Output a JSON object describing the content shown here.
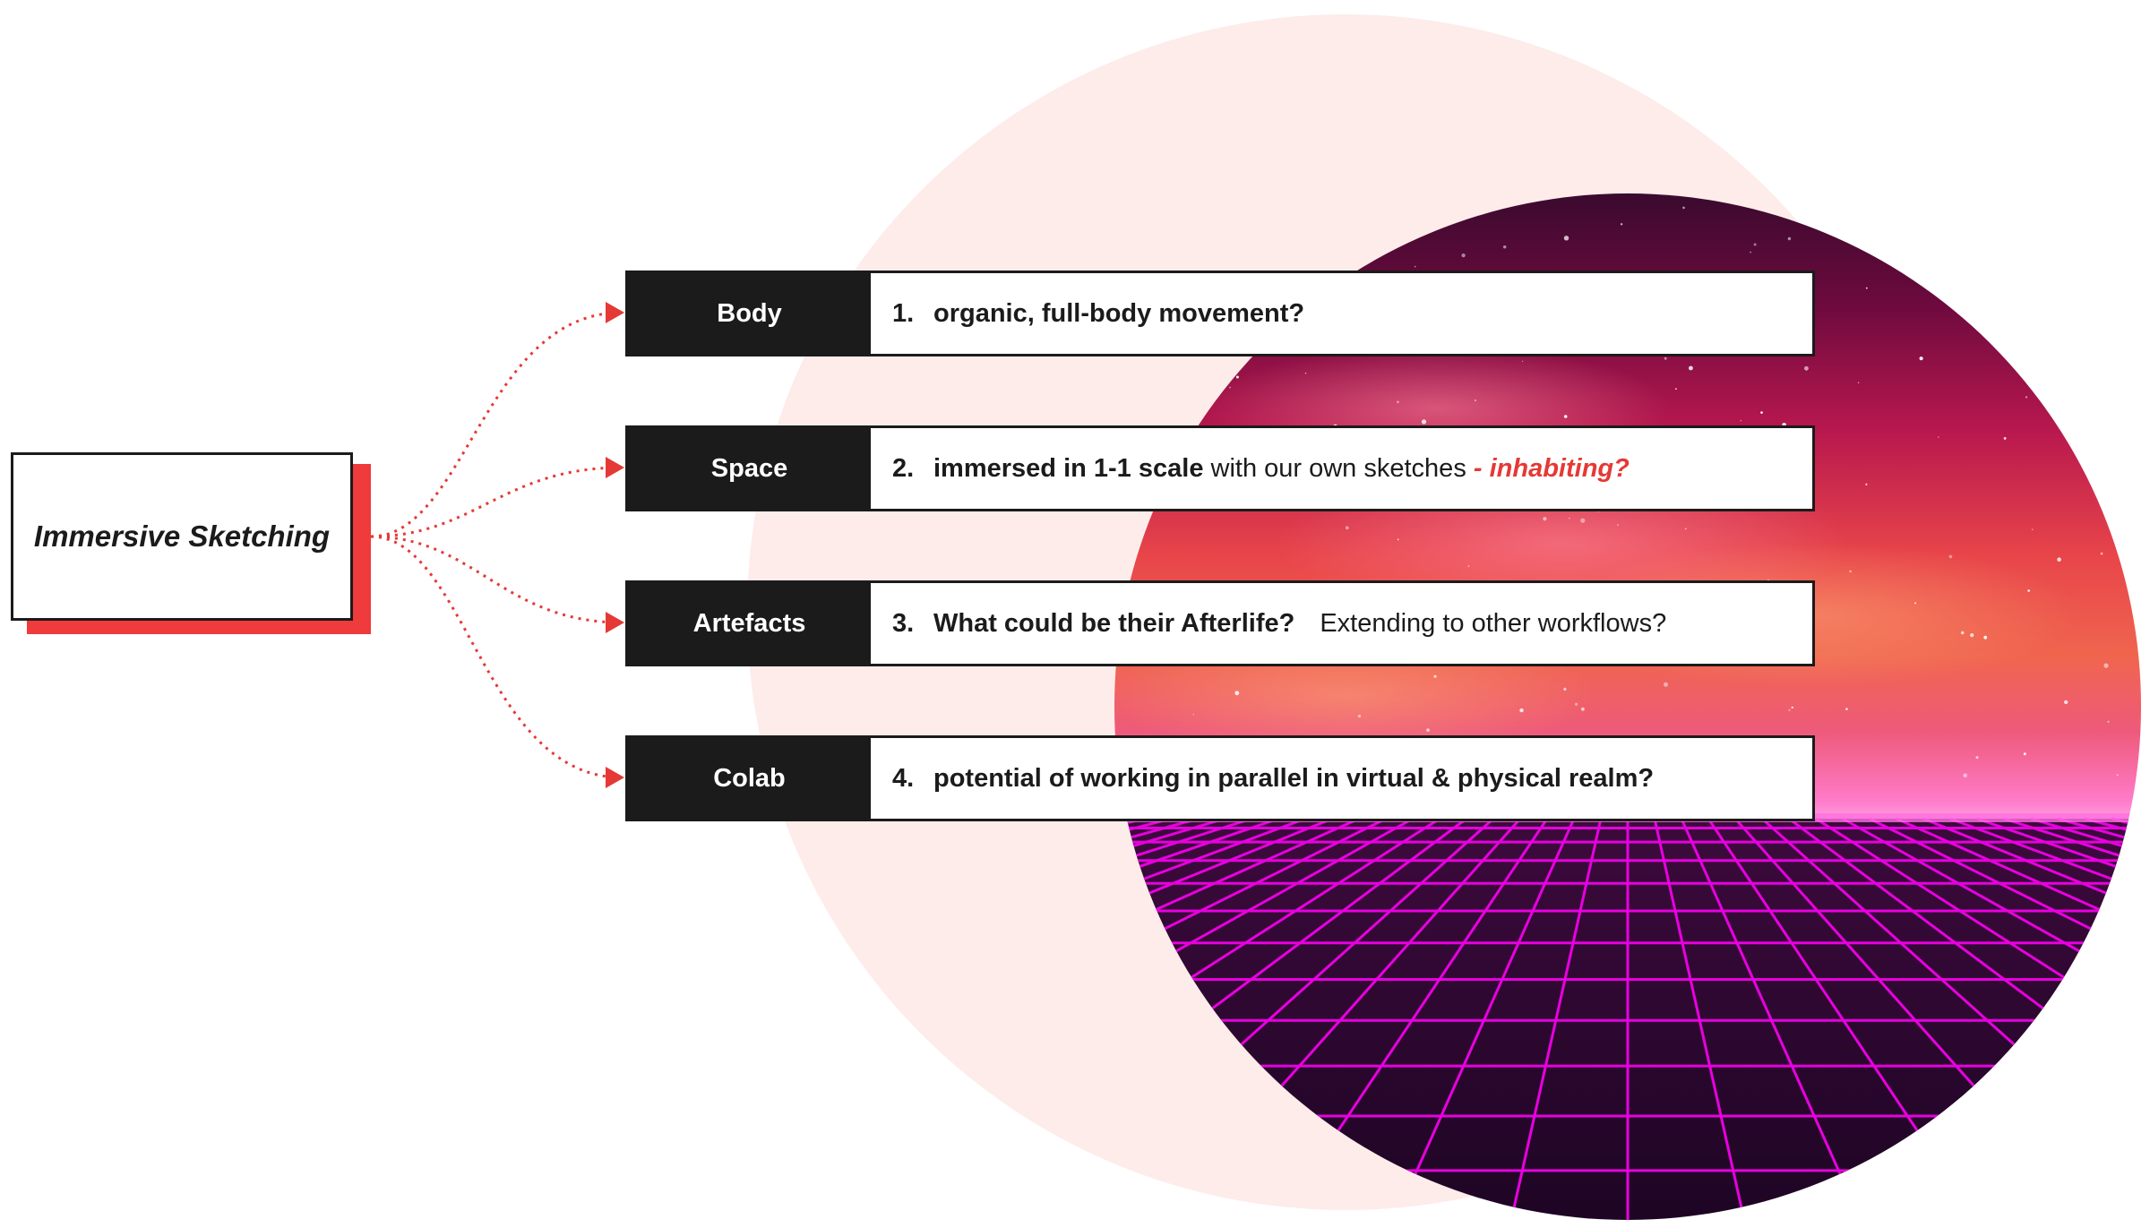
{
  "root": {
    "label": "Immersive Sketching"
  },
  "items": [
    {
      "tag": "Body",
      "number": "1.",
      "bold": "organic, full-body movement?"
    },
    {
      "tag": "Space",
      "number": "2.",
      "bold": "immersed in 1-1 scale",
      "normal": "with our own sketches",
      "highlight": "- inhabiting?"
    },
    {
      "tag": "Artefacts",
      "number": "3.",
      "bold": "What could be their Afterlife?",
      "normal": "Extending to other workflows?"
    },
    {
      "tag": "Colab",
      "number": "4.",
      "bold": "potential of working in parallel in virtual & physical realm?"
    }
  ],
  "colors": {
    "accent": "#ef3b3b",
    "dark": "#1b1b1b",
    "circle": "#fdecea",
    "grid": "#e800e0"
  }
}
